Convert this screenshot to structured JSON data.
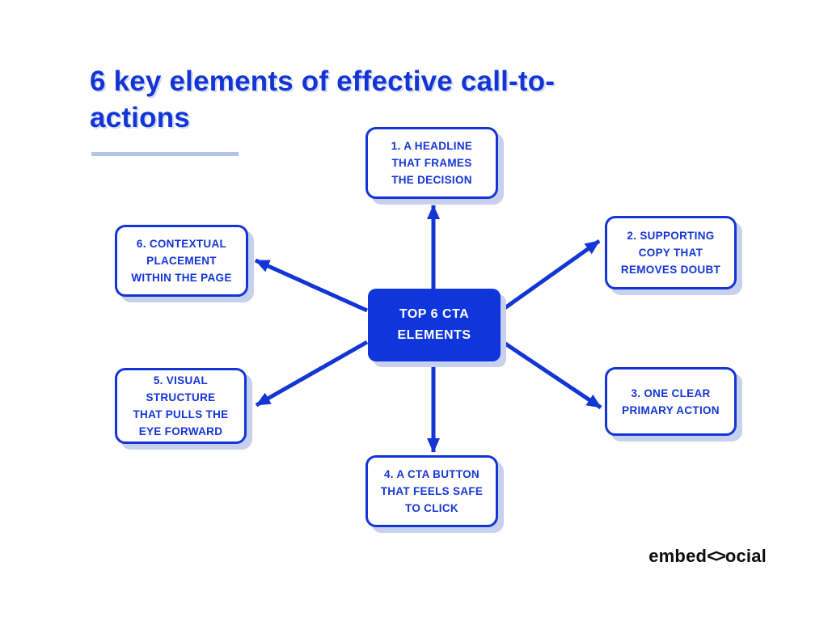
{
  "title": "6 key elements of effective call-to-\nactions",
  "center_node": {
    "label": "TOP 6 CTA\nELEMENTS"
  },
  "nodes": [
    {
      "id": 1,
      "position": "top",
      "label": "1. A HEADLINE\nTHAT FRAMES\nTHE DECISION"
    },
    {
      "id": 2,
      "position": "top-right",
      "label": "2. SUPPORTING\nCOPY THAT\nREMOVES DOUBT"
    },
    {
      "id": 3,
      "position": "right",
      "label": "3. ONE CLEAR\nPRIMARY ACTION"
    },
    {
      "id": 4,
      "position": "bottom",
      "label": "4. A CTA BUTTON\nTHAT FEELS SAFE\nTO CLICK"
    },
    {
      "id": 5,
      "position": "bottom-left",
      "label": "5. VISUAL\nSTRUCTURE\nTHAT PULLS THE\nEYE FORWARD"
    },
    {
      "id": 6,
      "position": "top-left",
      "label": "6. CONTEXTUAL\nPLACEMENT\nWITHIN THE PAGE"
    }
  ],
  "logo": {
    "prefix": "embed",
    "symbol": "<>",
    "suffix": "ocial"
  },
  "colors": {
    "brand_blue": "#1435d6",
    "center_fill": "#0f35dc",
    "shadow": "#c7d1ee",
    "underline": "#b5c3e6",
    "logo_black": "#0d0d0d"
  }
}
